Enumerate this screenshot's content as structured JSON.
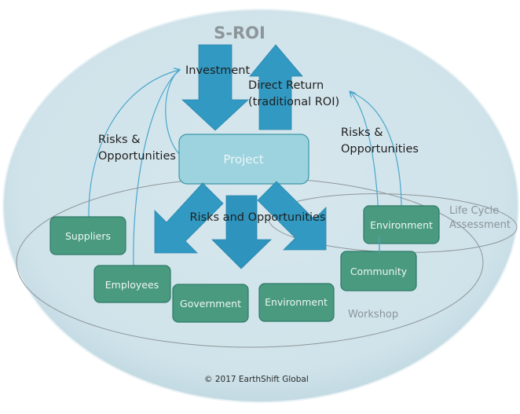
{
  "diagram": {
    "title": "S-ROI",
    "project": {
      "label": "Project"
    },
    "flows": {
      "investment": "Investment",
      "direct_return_line1": "Direct Return",
      "direct_return_line2": "(traditional ROI)",
      "risks_center": "Risks and Opportunities",
      "risks_left_line1": "Risks &",
      "risks_left_line2": "Opportunities",
      "risks_right_line1": "Risks &",
      "risks_right_line2": "Opportunities"
    },
    "groups": {
      "workshop": "Workshop",
      "lca_line1": "Life Cycle",
      "lca_line2": "Assessment"
    },
    "stakeholders": [
      {
        "id": "suppliers",
        "label": "Suppliers"
      },
      {
        "id": "employees",
        "label": "Employees"
      },
      {
        "id": "government",
        "label": "Government"
      },
      {
        "id": "environment-workshop",
        "label": "Environment"
      },
      {
        "id": "community",
        "label": "Community"
      },
      {
        "id": "environment-lca",
        "label": "Environment"
      }
    ],
    "copyright": "© 2017 EarthShift Global"
  },
  "colors": {
    "outer_ellipse": "#d3e5ec",
    "arrow_blue": "#3199c2",
    "arrow_blue_dark": "#2b8bb3",
    "stakeholder_fill": "#4a9a80",
    "stakeholder_border": "#2f7a68",
    "project_fill": "#9dd3de",
    "project_border": "#3e96a8",
    "connector_line": "#4aa6cc",
    "group_outline": "#8e9699"
  }
}
